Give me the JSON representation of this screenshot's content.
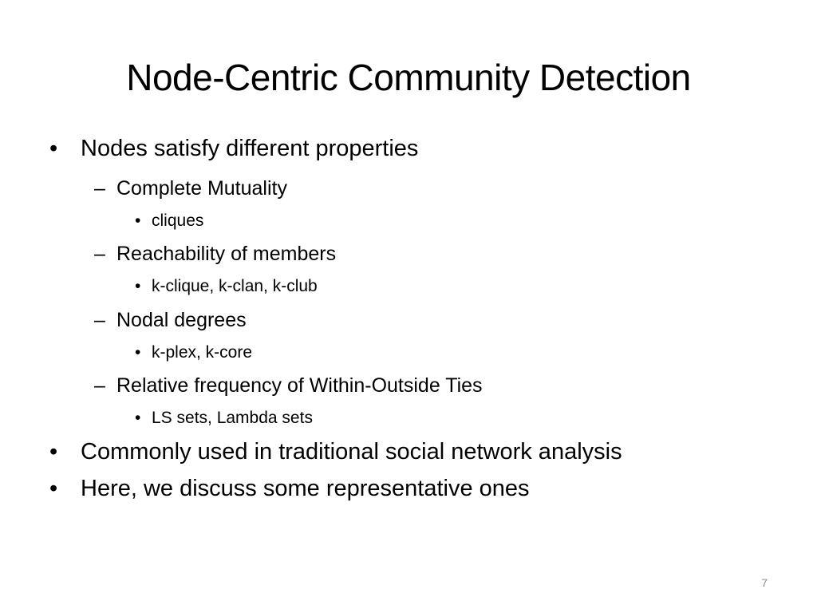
{
  "slide": {
    "title": "Node-Centric Community Detection",
    "page_number": "7",
    "bullet_symbol": "•",
    "dash_symbol": "–",
    "items": [
      {
        "level": 1,
        "text": "Nodes satisfy different properties"
      },
      {
        "level": 2,
        "text": "Complete Mutuality"
      },
      {
        "level": 3,
        "text": "cliques"
      },
      {
        "level": 2,
        "text": "Reachability of members"
      },
      {
        "level": 3,
        "text": "k-clique, k-clan, k-club"
      },
      {
        "level": 2,
        "text": "Nodal degrees"
      },
      {
        "level": 3,
        "text": "k-plex, k-core"
      },
      {
        "level": 2,
        "text": "Relative frequency of Within-Outside Ties"
      },
      {
        "level": 3,
        "text": "LS sets, Lambda sets"
      },
      {
        "level": 1,
        "text": "Commonly used in traditional social network analysis"
      },
      {
        "level": 1,
        "text": "Here, we discuss some representative ones"
      }
    ]
  }
}
